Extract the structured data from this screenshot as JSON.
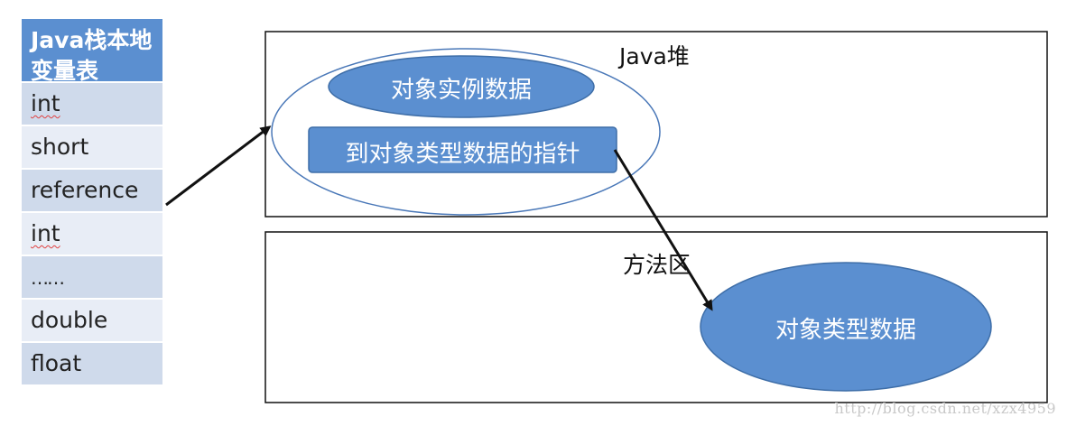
{
  "stack": {
    "title": "Java栈本地变量表",
    "rows": [
      {
        "label": "int",
        "spellcheck": true
      },
      {
        "label": "short",
        "spellcheck": false
      },
      {
        "label": "reference",
        "spellcheck": false
      },
      {
        "label": "int",
        "spellcheck": true
      },
      {
        "label": "……",
        "spellcheck": false
      },
      {
        "label": "double",
        "spellcheck": false
      },
      {
        "label": "float",
        "spellcheck": false
      }
    ]
  },
  "heap": {
    "title": "Java堆",
    "instance_data": "对象实例数据",
    "type_pointer": "到对象类型数据的指针"
  },
  "method_area": {
    "title": "方法区",
    "type_data": "对象类型数据"
  },
  "watermark": "http://blog.csdn.net/xzx4959",
  "colors": {
    "header_blue": "#5b8fd0",
    "row_dark": "#cfdaeb",
    "row_light": "#e8edf6",
    "node_fill": "#5b8fd0",
    "outline_ellipse": "#4a78b8"
  }
}
